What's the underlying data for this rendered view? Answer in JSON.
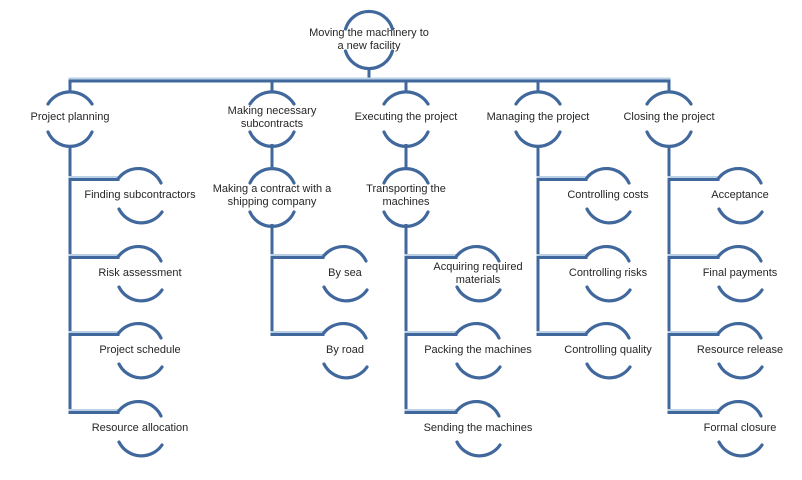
{
  "colors": {
    "accent": "#41689C",
    "accent_highlight": "#B9CFE6",
    "text": "#262626",
    "background": "#FFFFFF"
  },
  "diagram_type": "work-breakdown-structure-tree",
  "root": {
    "lines": [
      "Moving the machinery to",
      "a new facility"
    ]
  },
  "branches": [
    {
      "lines": [
        "Project planning"
      ],
      "children": [
        {
          "lines": [
            "Finding subcontractors"
          ]
        },
        {
          "lines": [
            "Risk assessment"
          ]
        },
        {
          "lines": [
            "Project schedule"
          ]
        },
        {
          "lines": [
            "Resource allocation"
          ]
        }
      ]
    },
    {
      "lines": [
        "Making necessary",
        "subcontracts"
      ],
      "subnode": {
        "lines": [
          "Making a contract with a",
          "shipping company"
        ],
        "children": [
          {
            "lines": [
              "By sea"
            ]
          },
          {
            "lines": [
              "By road"
            ]
          }
        ]
      }
    },
    {
      "lines": [
        "Executing the project"
      ],
      "subnode": {
        "lines": [
          "Transporting the",
          "machines"
        ],
        "children": [
          {
            "lines": [
              "Acquiring required",
              "materials"
            ]
          },
          {
            "lines": [
              "Packing the machines"
            ]
          },
          {
            "lines": [
              "Sending the machines"
            ]
          }
        ]
      }
    },
    {
      "lines": [
        "Managing the project"
      ],
      "children": [
        {
          "lines": [
            "Controlling costs"
          ]
        },
        {
          "lines": [
            "Controlling risks"
          ]
        },
        {
          "lines": [
            "Controlling quality"
          ]
        }
      ]
    },
    {
      "lines": [
        "Closing the project"
      ],
      "children": [
        {
          "lines": [
            "Acceptance"
          ]
        },
        {
          "lines": [
            "Final payments"
          ]
        },
        {
          "lines": [
            "Resource release"
          ]
        },
        {
          "lines": [
            "Formal closure"
          ]
        }
      ]
    }
  ]
}
